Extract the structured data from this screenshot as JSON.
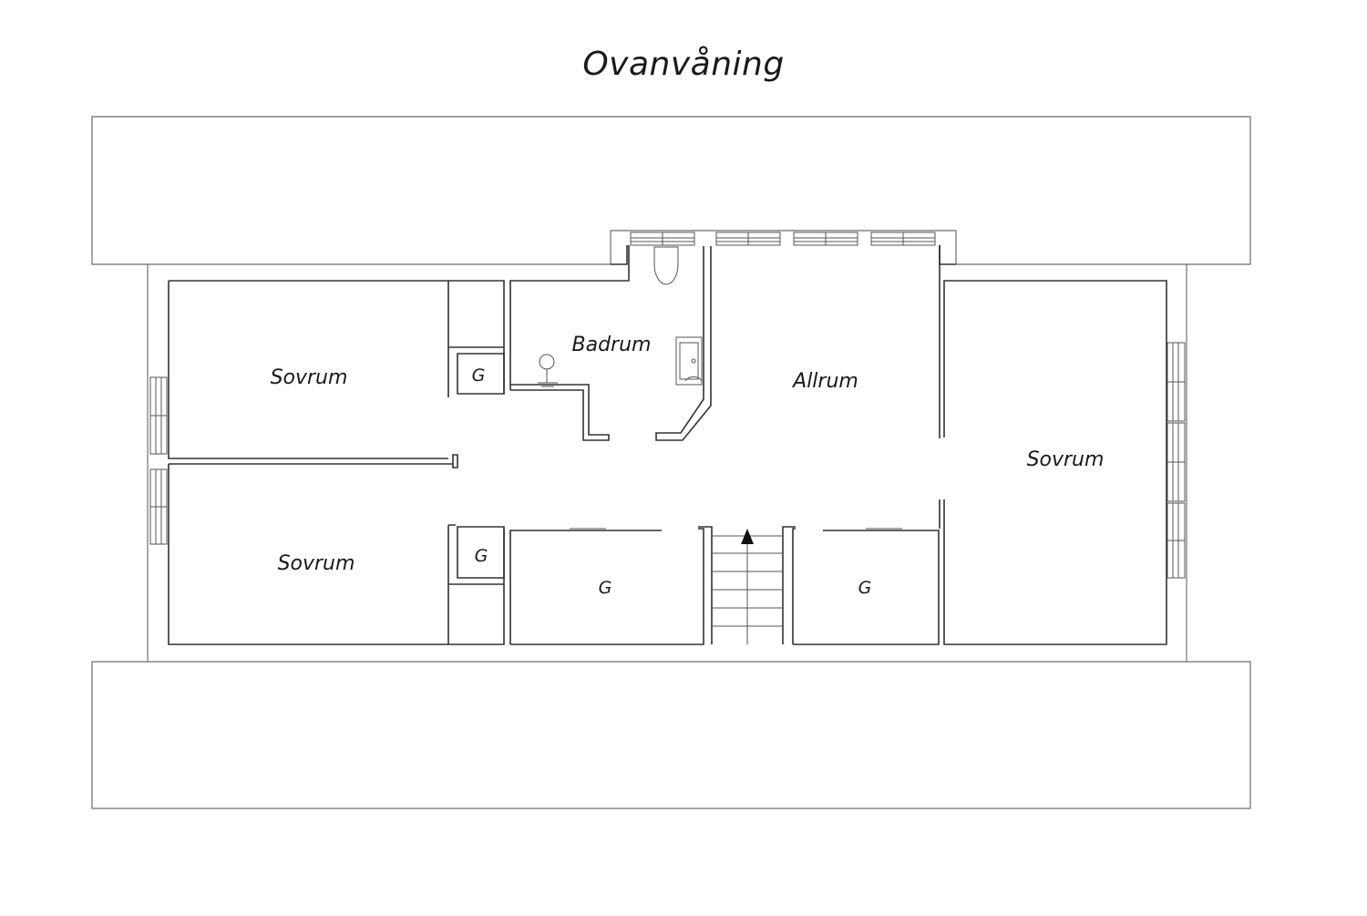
{
  "title": "Ovanvåning",
  "rooms": {
    "bedroom_top_left": "Sovrum",
    "bedroom_bottom_left": "Sovrum",
    "bedroom_right": "Sovrum",
    "bathroom": "Badrum",
    "family_room": "Allrum",
    "closet_left_top": "G",
    "closet_left_bottom": "G",
    "closet_middle": "G",
    "closet_right": "G"
  },
  "colors": {
    "line": "#333333",
    "background": "#ffffff"
  }
}
